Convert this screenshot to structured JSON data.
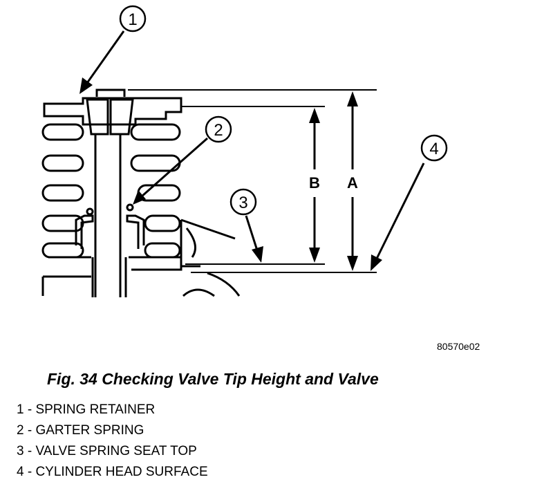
{
  "callouts": {
    "c1": "1",
    "c2": "2",
    "c3": "3",
    "c4": "4"
  },
  "dimensions": {
    "a": "A",
    "b": "B"
  },
  "figure_id": "80570e02",
  "caption": "Fig. 34 Checking Valve Tip Height and Valve",
  "legend": [
    "1 - SPRING RETAINER",
    "2 - GARTER SPRING",
    "3 - VALVE SPRING SEAT TOP",
    "4 - CYLINDER HEAD SURFACE"
  ]
}
